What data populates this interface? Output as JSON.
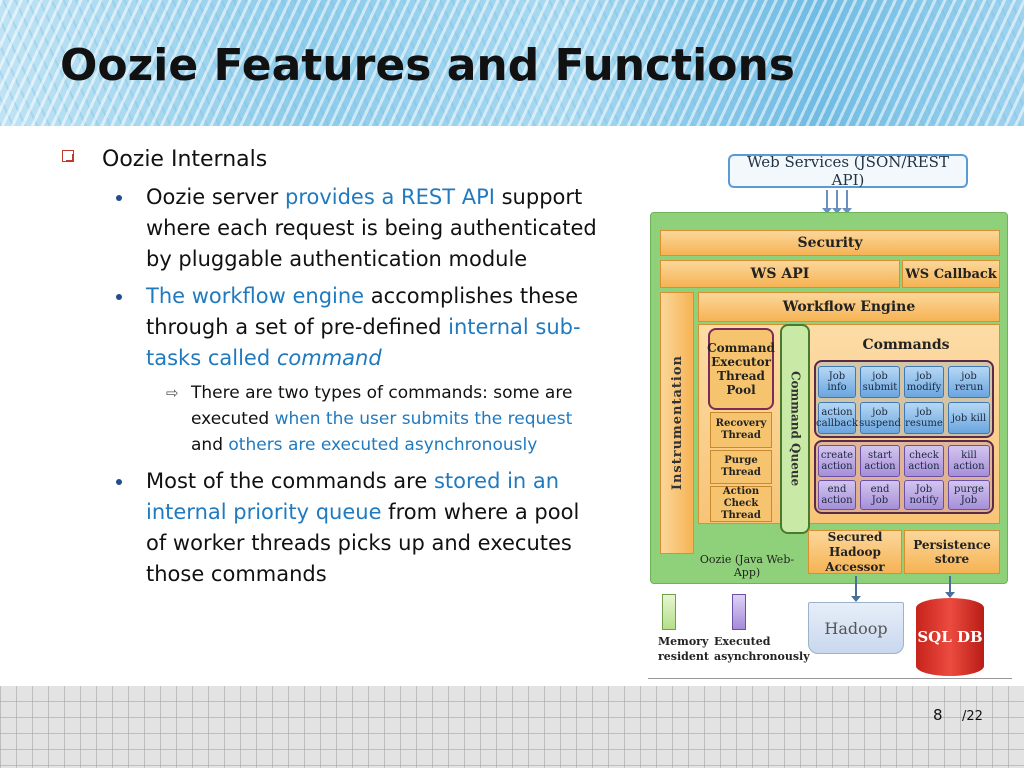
{
  "slide": {
    "title": "Oozie Features and Functions",
    "page_number": "8",
    "page_total": "/22"
  },
  "content": {
    "heading": "Oozie Internals",
    "b1": {
      "t1": "Oozie server ",
      "h1": "provides a REST API",
      "t2": " support where each request is being authenticated by pluggable authentication module"
    },
    "b2": {
      "h1": "The workflow engine",
      "t1": " accomplishes these through a set of pre-defined ",
      "h2": "internal sub-tasks called ",
      "h3": "command"
    },
    "b3": {
      "t1": "There are two types of commands: some are executed ",
      "h1": "when the user submits the request",
      "t2": " and ",
      "h2": "others are executed asynchronously"
    },
    "b4": {
      "t1": "Most of the commands are ",
      "h1": "stored in an internal priority queue",
      "t2": " from where a pool of worker threads picks up and executes those commands"
    }
  },
  "diagram": {
    "web_services": "Web Services (JSON/REST API)",
    "security": "Security",
    "ws_api": "WS API",
    "ws_callback": "WS Callback",
    "instrumentation": "Instrumentation",
    "workflow_engine": "Workflow Engine",
    "command_executor": [
      "Command",
      "Executor",
      "Thread",
      "Pool"
    ],
    "recovery_thread": [
      "Recovery",
      "Thread"
    ],
    "purge_thread": [
      "Purge",
      "Thread"
    ],
    "action_check_thread": [
      "Action Check",
      "Thread"
    ],
    "command_queue": "Command Queue",
    "commands": "Commands",
    "sync_commands": [
      "Job info",
      "job submit",
      "job modify",
      "job rerun",
      "action callback",
      "job suspend",
      "job resume",
      "job kill"
    ],
    "async_commands": [
      "create action",
      "start action",
      "check action",
      "kill action",
      "end action",
      "end Job",
      "Job notify",
      "purge Job"
    ],
    "secured_hadoop": [
      "Secured Hadoop",
      "Accessor"
    ],
    "persistence": "Persistence store",
    "oozie_label": "Oozie (Java Web-App)",
    "hadoop": "Hadoop",
    "sql_db": "SQL DB",
    "legend_memory": [
      "Memory",
      "resident"
    ],
    "legend_async": [
      "Executed",
      "asynchronously"
    ],
    "colors": {
      "outer": "#8fd17a",
      "orange": "#f6b354",
      "sync": "#6aa6df",
      "async": "#a58fd8",
      "db": "#d9342b"
    }
  }
}
